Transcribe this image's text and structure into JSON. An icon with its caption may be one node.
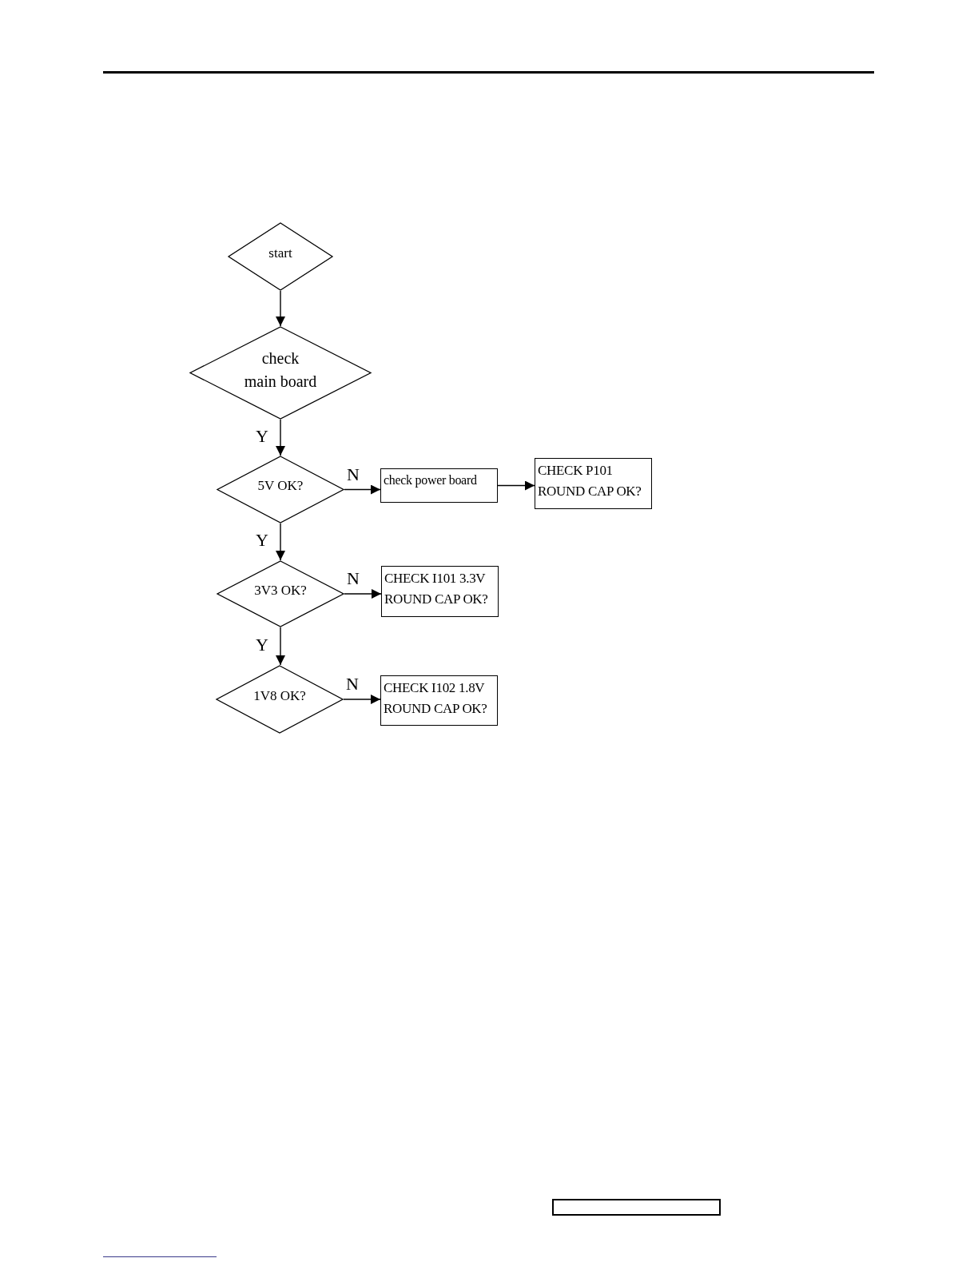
{
  "diagram": {
    "nodes": [
      {
        "text": [
          "start"
        ]
      },
      {
        "text": [
          "check main board"
        ]
      },
      {
        "text": [
          "5V OK?"
        ]
      },
      {
        "text": [
          "check power board"
        ]
      },
      {
        "text": [
          "CHECK P101 ROUND CAP OK?"
        ]
      },
      {
        "text": [
          "3V3 OK?"
        ]
      },
      {
        "text": [
          "CHECK I101 3.3V ROUND CAP OK?"
        ]
      },
      {
        "text": [
          "1V8 OK?"
        ]
      },
      {
        "text": [
          "CHECK I102 1.8V ROUND CAP OK?"
        ]
      }
    ],
    "edges": [
      {
        "from": 0,
        "to": 1,
        "arrow": "to"
      },
      {
        "from": 1,
        "to": 2,
        "arrow": "to",
        "label": "Y"
      },
      {
        "from": 2,
        "to": 3,
        "arrow": "to",
        "label": "N"
      },
      {
        "from": 3,
        "to": 4,
        "arrow": "to"
      },
      {
        "from": 2,
        "to": 5,
        "arrow": "to",
        "label": "Y"
      },
      {
        "from": 5,
        "to": 6,
        "arrow": "to",
        "label": "N"
      },
      {
        "from": 5,
        "to": 7,
        "arrow": "to",
        "label": "Y"
      },
      {
        "from": 7,
        "to": 8,
        "arrow": "to",
        "label": "N"
      }
    ]
  }
}
